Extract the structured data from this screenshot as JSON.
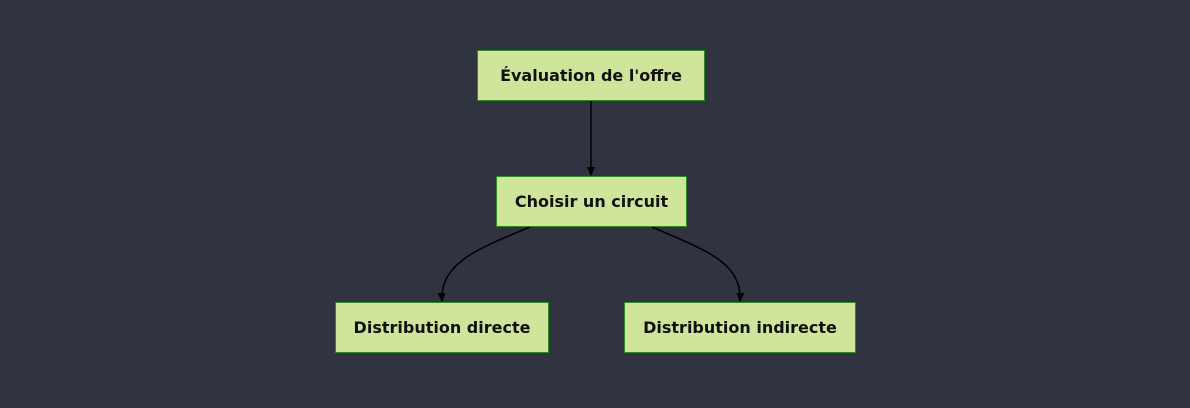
{
  "diagram": {
    "type": "flowchart",
    "direction": "top-down",
    "colors": {
      "background": "#2f3440",
      "node_fill": "#cfe59b",
      "node_border": "#2f8a1f",
      "edge": "#000000",
      "text": "#111111"
    },
    "nodes": [
      {
        "id": "n1",
        "label": "Évaluation de l'offre"
      },
      {
        "id": "n2",
        "label": "Choisir un circuit"
      },
      {
        "id": "n3",
        "label": "Distribution directe"
      },
      {
        "id": "n4",
        "label": "Distribution indirecte"
      }
    ],
    "edges": [
      {
        "from": "n1",
        "to": "n2"
      },
      {
        "from": "n2",
        "to": "n3"
      },
      {
        "from": "n2",
        "to": "n4"
      }
    ]
  }
}
